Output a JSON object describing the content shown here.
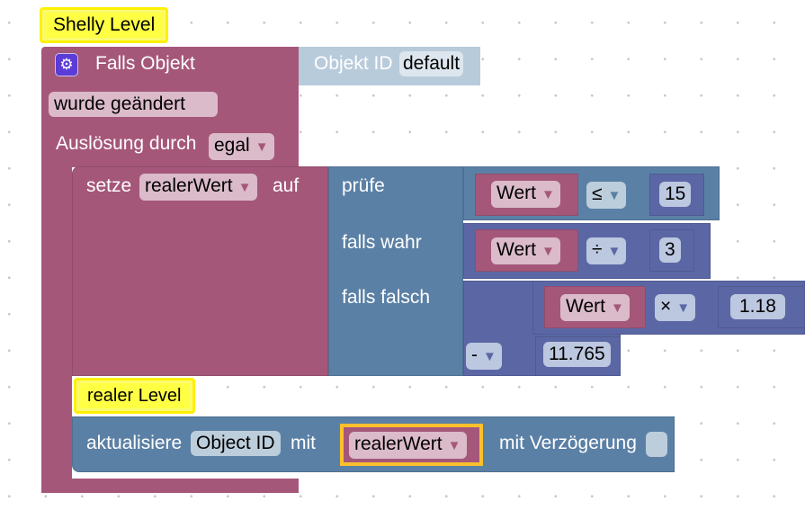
{
  "comments": {
    "top": "Shelly Level",
    "bottom": "realer Level"
  },
  "trigger": {
    "label": "Falls Objekt",
    "object_id_label": "Objekt ID",
    "object_id_value": "default",
    "changed_label": "wurde geändert",
    "trigger_by_label": "Auslösung durch",
    "trigger_by_value": "egal",
    "icon": "gear-icon"
  },
  "set_block": {
    "label_set": "setze",
    "variable": "realerWert",
    "label_to": "auf"
  },
  "ternary": {
    "check": "prüfe",
    "if_true": "falls wahr",
    "if_false": "falls falsch"
  },
  "compare": {
    "var": "Wert",
    "op": "≤",
    "value": "15"
  },
  "true_math": {
    "var": "Wert",
    "op": "÷",
    "value": "3"
  },
  "false_math": {
    "var": "Wert",
    "op": "×",
    "value": "1.18",
    "outer_op": "-",
    "outer_value": "11.765"
  },
  "update_block": {
    "label": "aktualisiere",
    "object_id": "Object ID",
    "with": "mit",
    "variable": "realerWert",
    "delay_label": "mit Verzögerung"
  },
  "colors": {
    "event": "#A5577A",
    "logic": "#5B80A5",
    "math": "#5B67A5",
    "comment": "#FFFF44",
    "selected": "#FBC02D"
  }
}
